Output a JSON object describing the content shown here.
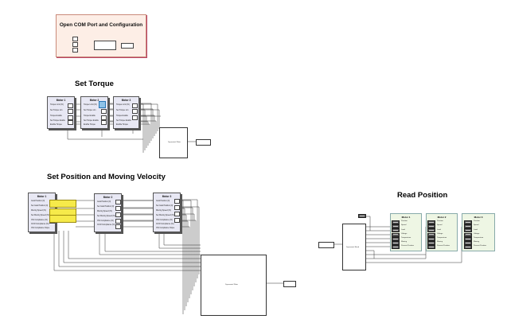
{
  "sections": {
    "com": "Open COM Port and Configuration",
    "torque": "Set Torque",
    "posvel": "Set Position and Moving Velocity",
    "read": "Read Position"
  },
  "motors": {
    "m1": "Motor 1",
    "m2": "Motor 2",
    "m3": "Motor 3"
  },
  "torque_rows": [
    "Torque Limit (%)",
    "Set Torque Lim",
    "Torque Enable",
    "Set Torque Enable",
    "Enable Torque"
  ],
  "posvel_rows": [
    "Goal Position (0)",
    "Set Goal Position (0)",
    "Moving Speed (%)",
    "Set Moving Speed (%)",
    "CW Compliance (%)",
    "CCW Compliance (%)",
    "CW Compliance Slope"
  ],
  "read_rows": [
    "Position",
    "Speed",
    "Load",
    "Voltage",
    "Temperature",
    "Moving",
    "Present Position"
  ],
  "blocks": {
    "bus_torque": "Dynamixel Write",
    "bus_posvel": "Dynamixel Write",
    "bus_read": "Dynamixel Read"
  },
  "colors": {
    "subsystem_bg": "#fdeee6",
    "motor_bg": "#e8e8f4",
    "highlight": "#f6ea4a",
    "read_bg": "#eef6e4"
  }
}
